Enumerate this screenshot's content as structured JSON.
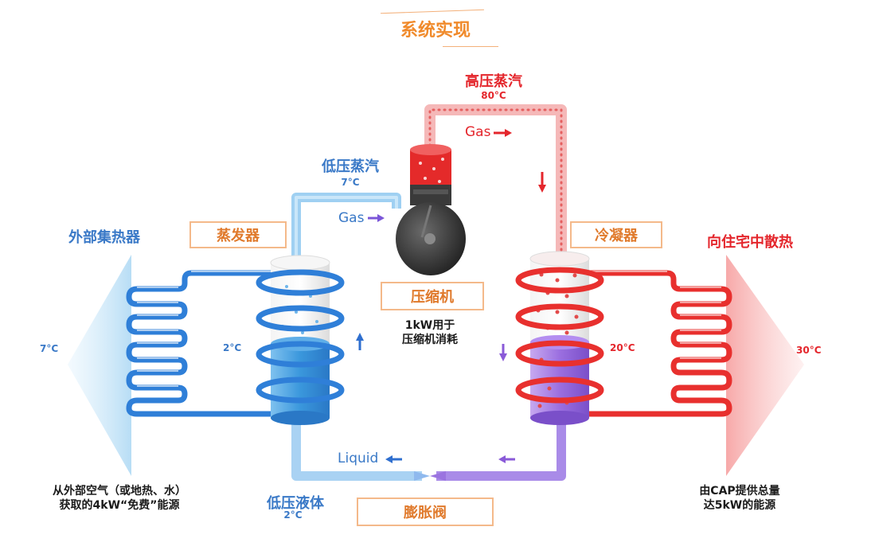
{
  "header": {
    "title": "系统实现"
  },
  "left": {
    "collector": "外部集热器",
    "temp_outer": "7°C",
    "temp_coil": "2°C",
    "note_line1": "从外部空气（或地热、水）",
    "note_line2": "获取的4kW“免费”能源"
  },
  "right": {
    "target": "向住宅中散热",
    "temp_coil": "20°C",
    "temp_outer": "30°C",
    "note_line1": "由CAP提供总量",
    "note_line2": "达5kW的能源"
  },
  "components": {
    "evaporator": "蒸发器",
    "condenser": "冷凝器",
    "compressor": "压缩机",
    "expansion_valve": "膨胀阀",
    "compressor_note_line1": "1kW用于",
    "compressor_note_line2": "压缩机消耗"
  },
  "flows": {
    "high_pressure_vapor": "高压蒸汽",
    "high_temp": "80°C",
    "low_pressure_vapor": "低压蒸汽",
    "low_vapor_temp": "7°C",
    "low_pressure_liquid": "低压液体",
    "low_liquid_temp": "2°C",
    "gas_label_top": "Gas",
    "gas_label_left": "Gas",
    "liquid_label": "Liquid"
  },
  "colors": {
    "accent_orange": "#f08a2b",
    "cold_blue": "#2f7fd8",
    "hot_red": "#e4262c",
    "valve_purple": "#8a5ad8"
  },
  "icons": [
    "arrow-right-icon",
    "arrow-down-icon",
    "arrow-up-icon",
    "arrow-left-icon"
  ]
}
